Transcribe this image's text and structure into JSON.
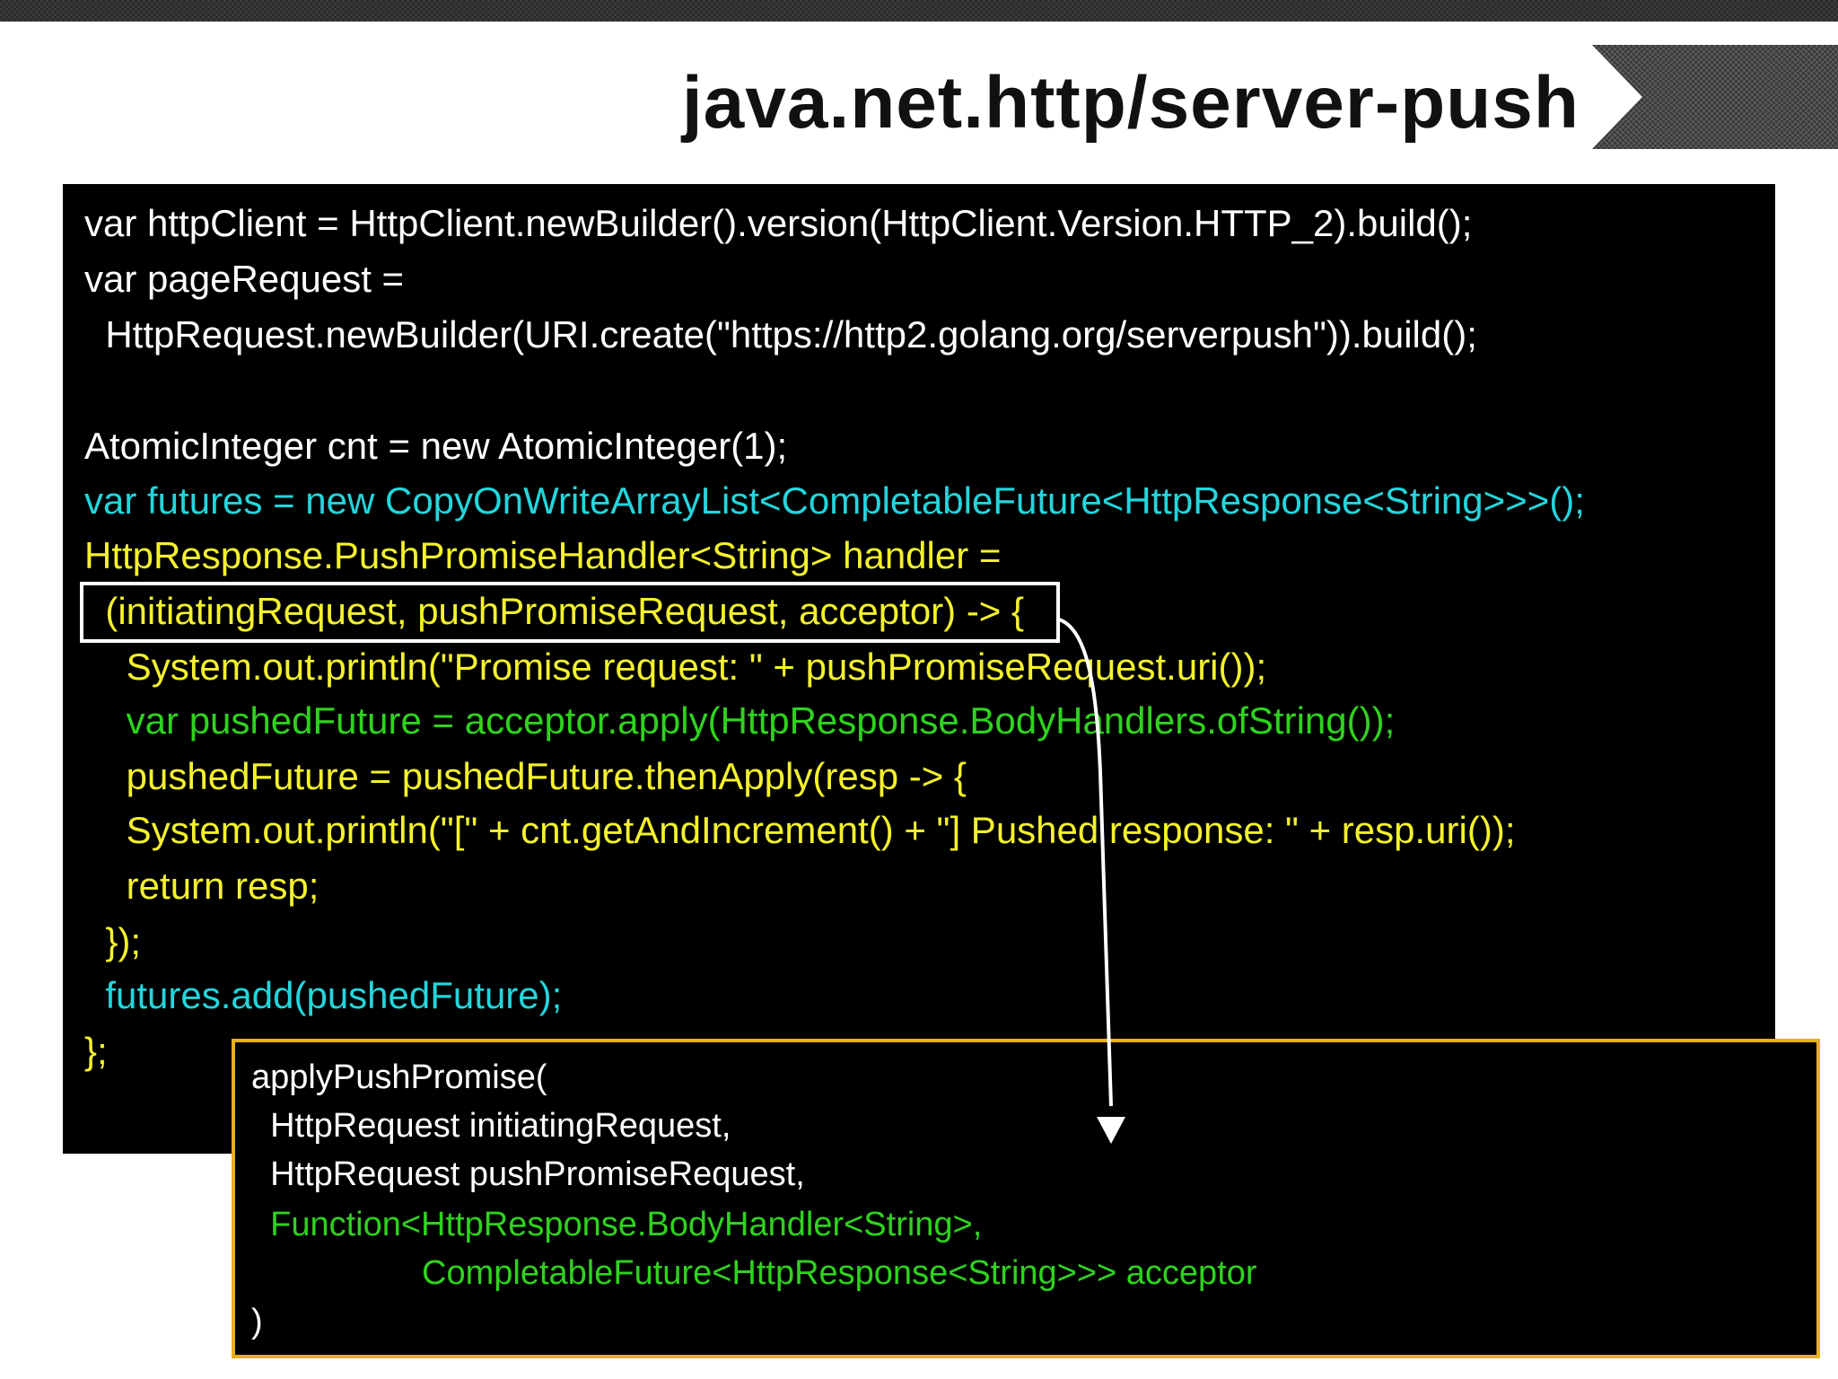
{
  "slide": {
    "title": "java.net.http/server-push"
  },
  "code": {
    "lines": [
      "var httpClient = HttpClient.newBuilder().version(HttpClient.Version.HTTP_2).build();",
      "var pageRequest =",
      "  HttpRequest.newBuilder(URI.create(\"https://http2.golang.org/serverpush\")).build();",
      "AtomicInteger cnt = new AtomicInteger(1);",
      "var futures = new CopyOnWriteArrayList<CompletableFuture<HttpResponse<String>>>();",
      "HttpResponse.PushPromiseHandler<String> handler =",
      "  (initiatingRequest, pushPromiseRequest, acceptor) -> {",
      "    System.out.println(\"Promise request: \" + pushPromiseRequest.uri());",
      "    var pushedFuture = acceptor.apply(HttpResponse.BodyHandlers.ofString());",
      "    pushedFuture = pushedFuture.thenApply(resp -> {",
      "    System.out.println(\"[\" + cnt.getAndIncrement() + \"] Pushed response: \" + resp.uri());",
      "    return resp;",
      "  });",
      "  futures.add(pushedFuture);",
      "};"
    ]
  },
  "signature": {
    "lines": [
      "applyPushPromise(",
      "  HttpRequest initiatingRequest,",
      "  HttpRequest pushPromiseRequest,",
      "  Function<HttpResponse.BodyHandler<String>,",
      "                  CompletableFuture<HttpResponse<String>>> acceptor",
      ")"
    ]
  },
  "colors": {
    "code_background": "#000000",
    "default_text": "#ffffff",
    "cyan": "#22d6dc",
    "yellow": "#f4f22c",
    "green": "#2fd21e",
    "signature_border": "#e8b01a"
  }
}
